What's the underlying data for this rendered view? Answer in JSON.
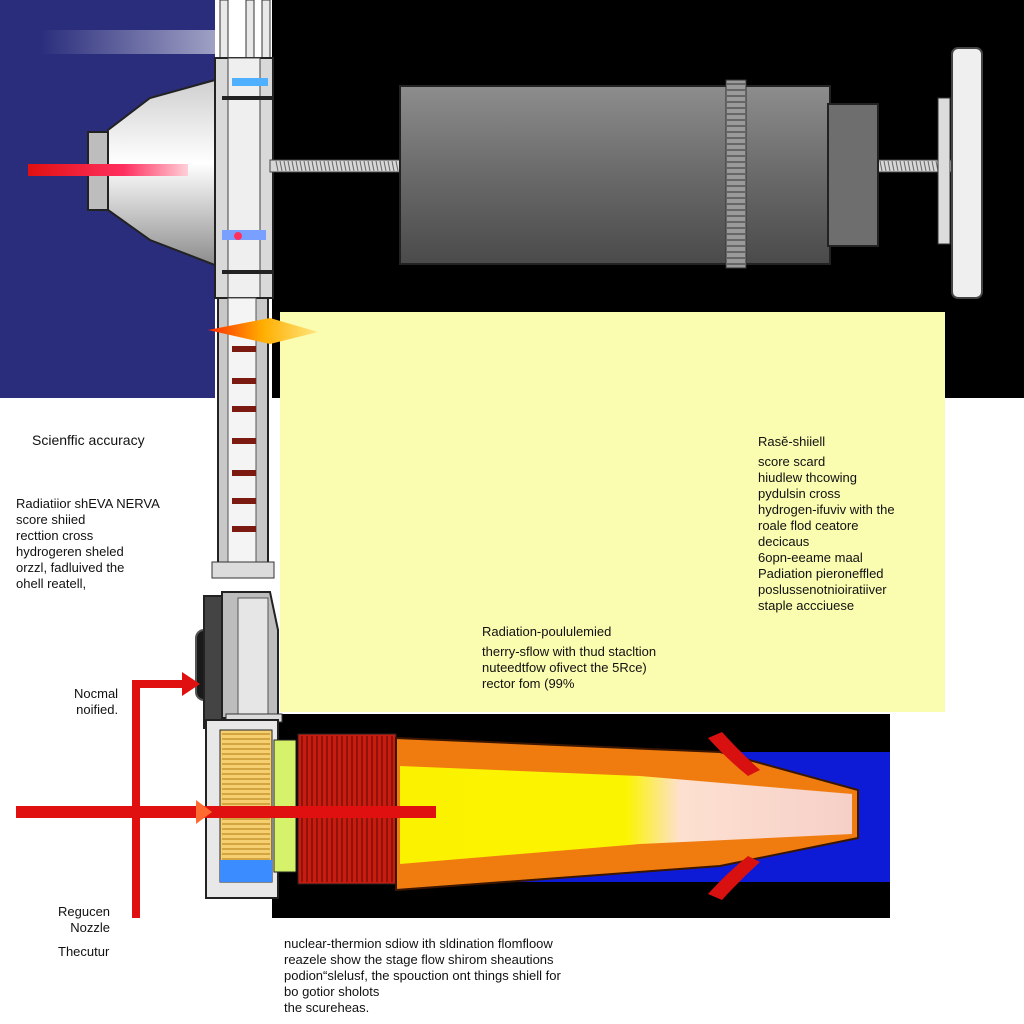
{
  "colors": {
    "navy_panel": "#2a2d7c",
    "black_bg": "#000000",
    "yellow_panel": "#fafcb0",
    "steel": "#8a8a8a",
    "dark_steel": "#5f5f5f",
    "flame_yellow": "#fbf200",
    "flame_orange": "#f07c10",
    "exhaust_blue": "#0d1bd6",
    "arrow_red": "#e01010"
  },
  "labels": {
    "scientific": "Scienffic accuracy",
    "left_block": [
      "Radiatiior shEVA NERVA",
      "score shiied",
      "recttion cross",
      "hydrogeren sheled",
      "orzzl, fadluived  the",
      "ohell reatell,"
    ],
    "nocmal": [
      "Nocmal",
      "noified."
    ],
    "regucen": [
      "Regucen",
      "Nozzle"
    ],
    "thecur": "Thecutur",
    "right_head": "Rasĕ-shiiell",
    "right_block": [
      "score scard",
      "hiudlew thcowing",
      "pydulsin cross",
      "hydrogen-ifuviv with the",
      "roale flod ceatore",
      "decicaus",
      "6opn-eeame maal",
      "Padiation pieroneffled",
      "poslussenotnioiratiiver",
      "staple accciuese"
    ],
    "center_head": "Radiation-poululemied",
    "center_block": [
      "therry-sflow with thud stacltion",
      "nuteedtfow ofivect the 5Rce)",
      "rector fom (99%"
    ],
    "bottom_block": [
      "nuclear-thermion sdiow ith sldination flomfloow",
      "reazele show the stage flow shirom sheautions",
      "podion“slelusf, the spouction ont things shiell for",
      "bo gotior sholots",
      "the scureheas."
    ]
  }
}
